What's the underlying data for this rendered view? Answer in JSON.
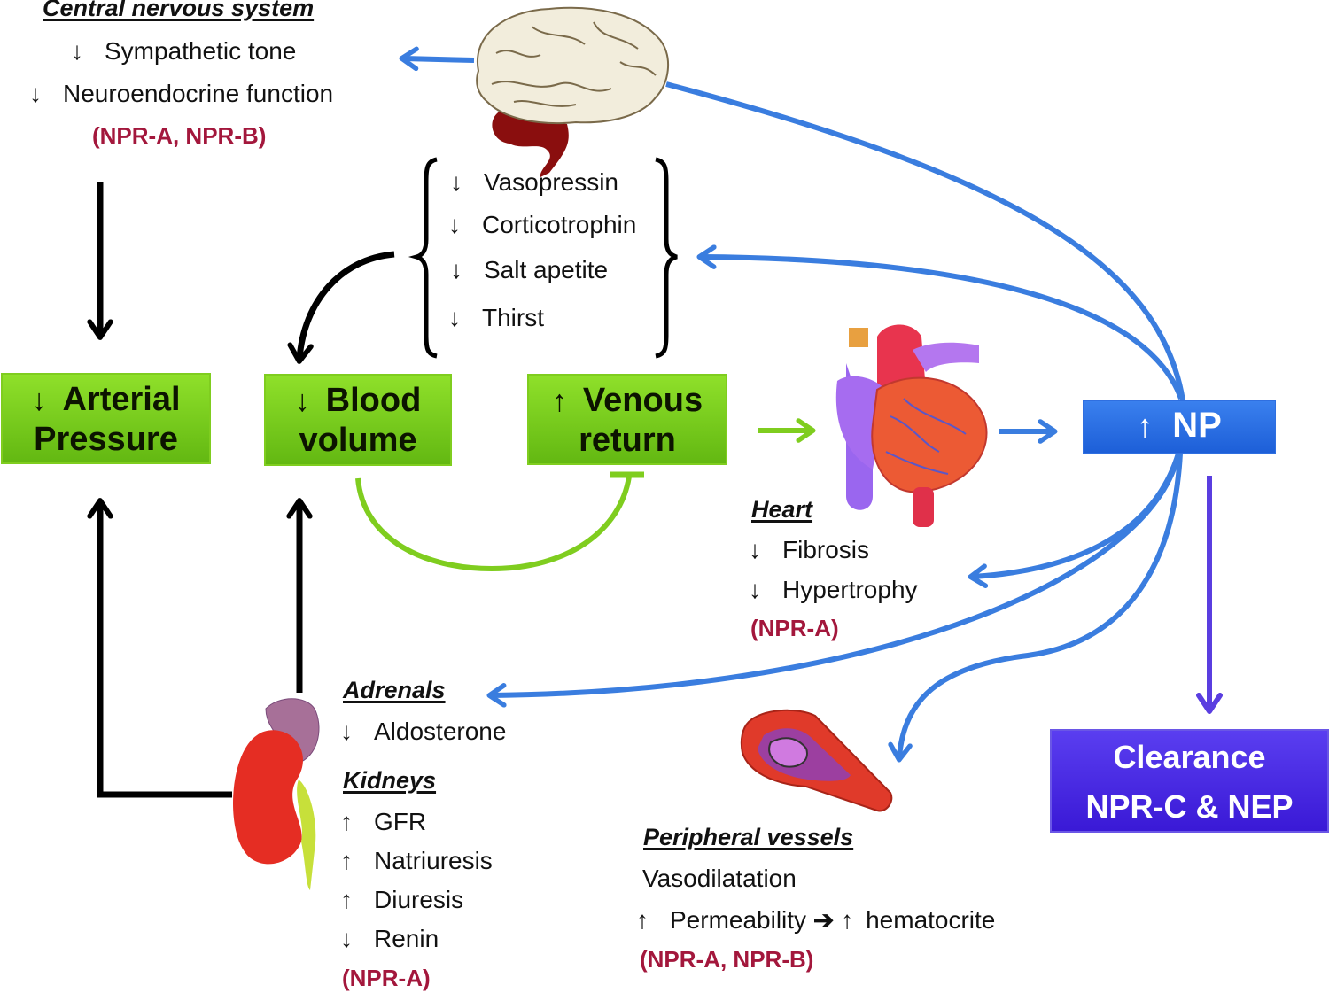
{
  "cns": {
    "heading": "Central nervous system",
    "items": [
      {
        "arrow": "↓",
        "label": "Sympathetic tone"
      },
      {
        "arrow": "↓",
        "label": "Neuroendocrine function"
      }
    ],
    "receptors": "(NPR-A, NPR-B)"
  },
  "hypothalamic": {
    "items": [
      {
        "arrow": "↓",
        "label": "Vasopressin"
      },
      {
        "arrow": "↓",
        "label": "Corticotrophin"
      },
      {
        "arrow": "↓",
        "label": "Salt apetite"
      },
      {
        "arrow": "↓",
        "label": "Thirst"
      }
    ]
  },
  "boxes": {
    "arterial": {
      "arrow": "↓",
      "line1": "Arterial",
      "line2": "Pressure"
    },
    "blood": {
      "arrow": "↓",
      "line1": "Blood",
      "line2": "volume"
    },
    "venous": {
      "arrow": "↑",
      "line1": "Venous",
      "line2": "return"
    },
    "np": {
      "arrow": "↑",
      "label": "NP"
    },
    "clearance": {
      "line1": "Clearance",
      "line2": "NPR-C & NEP"
    }
  },
  "heart": {
    "heading": "Heart",
    "items": [
      {
        "arrow": "↓",
        "label": "Fibrosis"
      },
      {
        "arrow": "↓",
        "label": "Hypertrophy"
      }
    ],
    "receptors": "(NPR-A)"
  },
  "adrenals": {
    "heading": "Adrenals",
    "items": [
      {
        "arrow": "↓",
        "label": "Aldosterone"
      }
    ]
  },
  "kidneys": {
    "heading": "Kidneys",
    "items": [
      {
        "arrow": "↑",
        "label": "GFR"
      },
      {
        "arrow": "↑",
        "label": "Natriuresis"
      },
      {
        "arrow": "↑",
        "label": "Diuresis"
      },
      {
        "arrow": "↓",
        "label": "Renin"
      }
    ],
    "receptors": "(NPR-A)"
  },
  "peripheral": {
    "heading": "Peripheral vessels",
    "line1": "Vasodilatation",
    "line2": {
      "arrow": "↑",
      "label": "Permeability",
      "link": "➔",
      "arrow2": "↑",
      "label2": "hematocrite"
    },
    "receptors": "(NPR-A, NPR-B)"
  },
  "icons": {
    "brain": "brain-icon",
    "heart": "heart-icon",
    "kidney": "kidney-icon",
    "vessel": "blood-vessel-icon"
  },
  "colors": {
    "green": "#7fcd1f",
    "blue": "#3a7ddf",
    "purple": "#5a3ef0",
    "receptor_red": "#a3173c"
  }
}
